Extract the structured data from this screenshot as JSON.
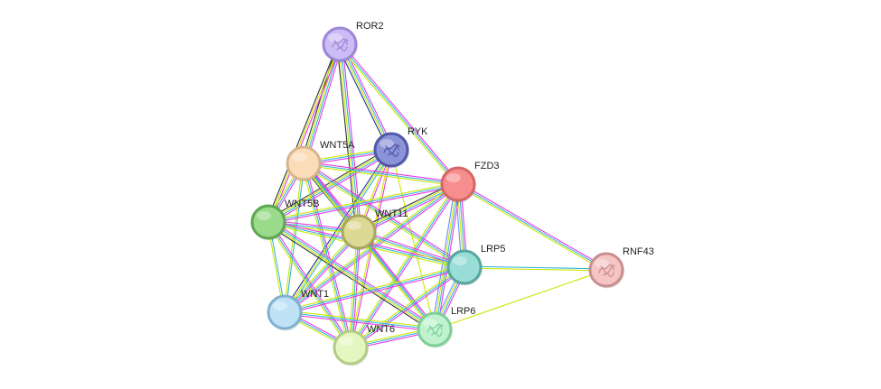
{
  "edge_type_colors": [
    "#e838e8",
    "#35b5d8",
    "#c8e800",
    "#1f2f9a",
    "#333333",
    "#6b8bff"
  ],
  "nodes": [
    {
      "id": "ROR2",
      "label": "ROR2",
      "fill": "#cbbcf5",
      "stroke": "#9d86d6",
      "icon": "protein-structure-icon"
    },
    {
      "id": "RYK",
      "label": "RYK",
      "fill": "#8b93d9",
      "stroke": "#5059a8",
      "icon": "protein-structure-icon"
    },
    {
      "id": "WNT5A",
      "label": "WNT5A",
      "fill": "#fbdcb8",
      "stroke": "#d9b58f",
      "icon": ""
    },
    {
      "id": "FZD3",
      "label": "FZD3",
      "fill": "#f78e8e",
      "stroke": "#d66666",
      "icon": ""
    },
    {
      "id": "WNT5B",
      "label": "WNT5B",
      "fill": "#99db8a",
      "stroke": "#5ea653",
      "icon": ""
    },
    {
      "id": "WNT11",
      "label": "WNT11",
      "fill": "#dcd995",
      "stroke": "#a9a65f",
      "icon": ""
    },
    {
      "id": "LRP5",
      "label": "LRP5",
      "fill": "#98ddd6",
      "stroke": "#56a89f",
      "icon": ""
    },
    {
      "id": "RNF43",
      "label": "RNF43",
      "fill": "#f5c5c5",
      "stroke": "#c98f8f",
      "icon": "protein-structure-icon"
    },
    {
      "id": "WNT1",
      "label": "WNT1",
      "fill": "#bfe2f7",
      "stroke": "#82b1cf",
      "icon": ""
    },
    {
      "id": "LRP6",
      "label": "LRP6",
      "fill": "#bff3cf",
      "stroke": "#7fcf97",
      "icon": "protein-structure-icon"
    },
    {
      "id": "WNT6",
      "label": "WNT6",
      "fill": "#e5f7c0",
      "stroke": "#b3cc86",
      "icon": ""
    }
  ],
  "edges": [
    {
      "a": "ROR2",
      "b": "WNT5A",
      "types": [
        0,
        1,
        2,
        4
      ]
    },
    {
      "a": "ROR2",
      "b": "WNT5B",
      "types": [
        0,
        2,
        4
      ]
    },
    {
      "a": "ROR2",
      "b": "RYK",
      "types": [
        0,
        1,
        2,
        3
      ]
    },
    {
      "a": "ROR2",
      "b": "FZD3",
      "types": [
        0,
        1,
        2
      ]
    },
    {
      "a": "ROR2",
      "b": "WNT11",
      "types": [
        0,
        1,
        2,
        4
      ]
    },
    {
      "a": "RYK",
      "b": "WNT5A",
      "types": [
        0,
        1,
        2
      ]
    },
    {
      "a": "RYK",
      "b": "WNT5B",
      "types": [
        0,
        1,
        2,
        4
      ]
    },
    {
      "a": "RYK",
      "b": "WNT11",
      "types": [
        0,
        2
      ]
    },
    {
      "a": "RYK",
      "b": "WNT1",
      "types": [
        1,
        2,
        3
      ]
    },
    {
      "a": "RYK",
      "b": "WNT6",
      "types": [
        0,
        2
      ]
    },
    {
      "a": "RYK",
      "b": "LRP6",
      "types": [
        2
      ]
    },
    {
      "a": "WNT5A",
      "b": "FZD3",
      "types": [
        0,
        1,
        2
      ]
    },
    {
      "a": "WNT5A",
      "b": "WNT5B",
      "types": [
        0,
        1,
        2
      ]
    },
    {
      "a": "WNT5A",
      "b": "WNT11",
      "types": [
        0,
        1,
        2,
        3
      ]
    },
    {
      "a": "WNT5A",
      "b": "WNT1",
      "types": [
        1,
        2
      ]
    },
    {
      "a": "WNT5A",
      "b": "WNT6",
      "types": [
        0,
        1,
        2
      ]
    },
    {
      "a": "WNT5A",
      "b": "LRP5",
      "types": [
        0,
        1,
        2
      ]
    },
    {
      "a": "WNT5A",
      "b": "LRP6",
      "types": [
        0,
        1,
        2
      ]
    },
    {
      "a": "FZD3",
      "b": "WNT5B",
      "types": [
        0,
        1,
        2
      ]
    },
    {
      "a": "FZD3",
      "b": "WNT11",
      "types": [
        0,
        1,
        2,
        4
      ]
    },
    {
      "a": "FZD3",
      "b": "LRP5",
      "types": [
        0,
        1,
        2,
        5
      ]
    },
    {
      "a": "FZD3",
      "b": "LRP6",
      "types": [
        0,
        1,
        2,
        5
      ]
    },
    {
      "a": "FZD3",
      "b": "WNT1",
      "types": [
        0,
        1,
        2
      ]
    },
    {
      "a": "FZD3",
      "b": "WNT6",
      "types": [
        0,
        1,
        2
      ]
    },
    {
      "a": "FZD3",
      "b": "RNF43",
      "types": [
        0,
        1,
        2
      ]
    },
    {
      "a": "WNT5B",
      "b": "WNT11",
      "types": [
        0,
        1,
        2
      ]
    },
    {
      "a": "WNT5B",
      "b": "WNT1",
      "types": [
        1,
        2
      ]
    },
    {
      "a": "WNT5B",
      "b": "WNT6",
      "types": [
        0,
        1,
        2
      ]
    },
    {
      "a": "WNT5B",
      "b": "LRP5",
      "types": [
        0,
        1,
        2
      ]
    },
    {
      "a": "WNT5B",
      "b": "LRP6",
      "types": [
        0,
        1,
        2,
        4
      ]
    },
    {
      "a": "WNT11",
      "b": "LRP5",
      "types": [
        0,
        1,
        2
      ]
    },
    {
      "a": "WNT11",
      "b": "LRP6",
      "types": [
        0,
        1,
        2
      ]
    },
    {
      "a": "WNT11",
      "b": "WNT1",
      "types": [
        0,
        1,
        2
      ]
    },
    {
      "a": "WNT11",
      "b": "WNT6",
      "types": [
        0,
        1,
        2
      ]
    },
    {
      "a": "LRP5",
      "b": "LRP6",
      "types": [
        0,
        1,
        2,
        5
      ]
    },
    {
      "a": "LRP5",
      "b": "WNT1",
      "types": [
        0,
        1,
        2
      ]
    },
    {
      "a": "LRP5",
      "b": "WNT6",
      "types": [
        0,
        1,
        2
      ]
    },
    {
      "a": "LRP5",
      "b": "RNF43",
      "types": [
        1,
        2
      ]
    },
    {
      "a": "LRP6",
      "b": "WNT1",
      "types": [
        0,
        1,
        2
      ]
    },
    {
      "a": "LRP6",
      "b": "WNT6",
      "types": [
        0,
        1,
        2
      ]
    },
    {
      "a": "LRP6",
      "b": "RNF43",
      "types": [
        2
      ]
    },
    {
      "a": "WNT1",
      "b": "WNT6",
      "types": [
        0,
        1,
        2
      ]
    }
  ]
}
